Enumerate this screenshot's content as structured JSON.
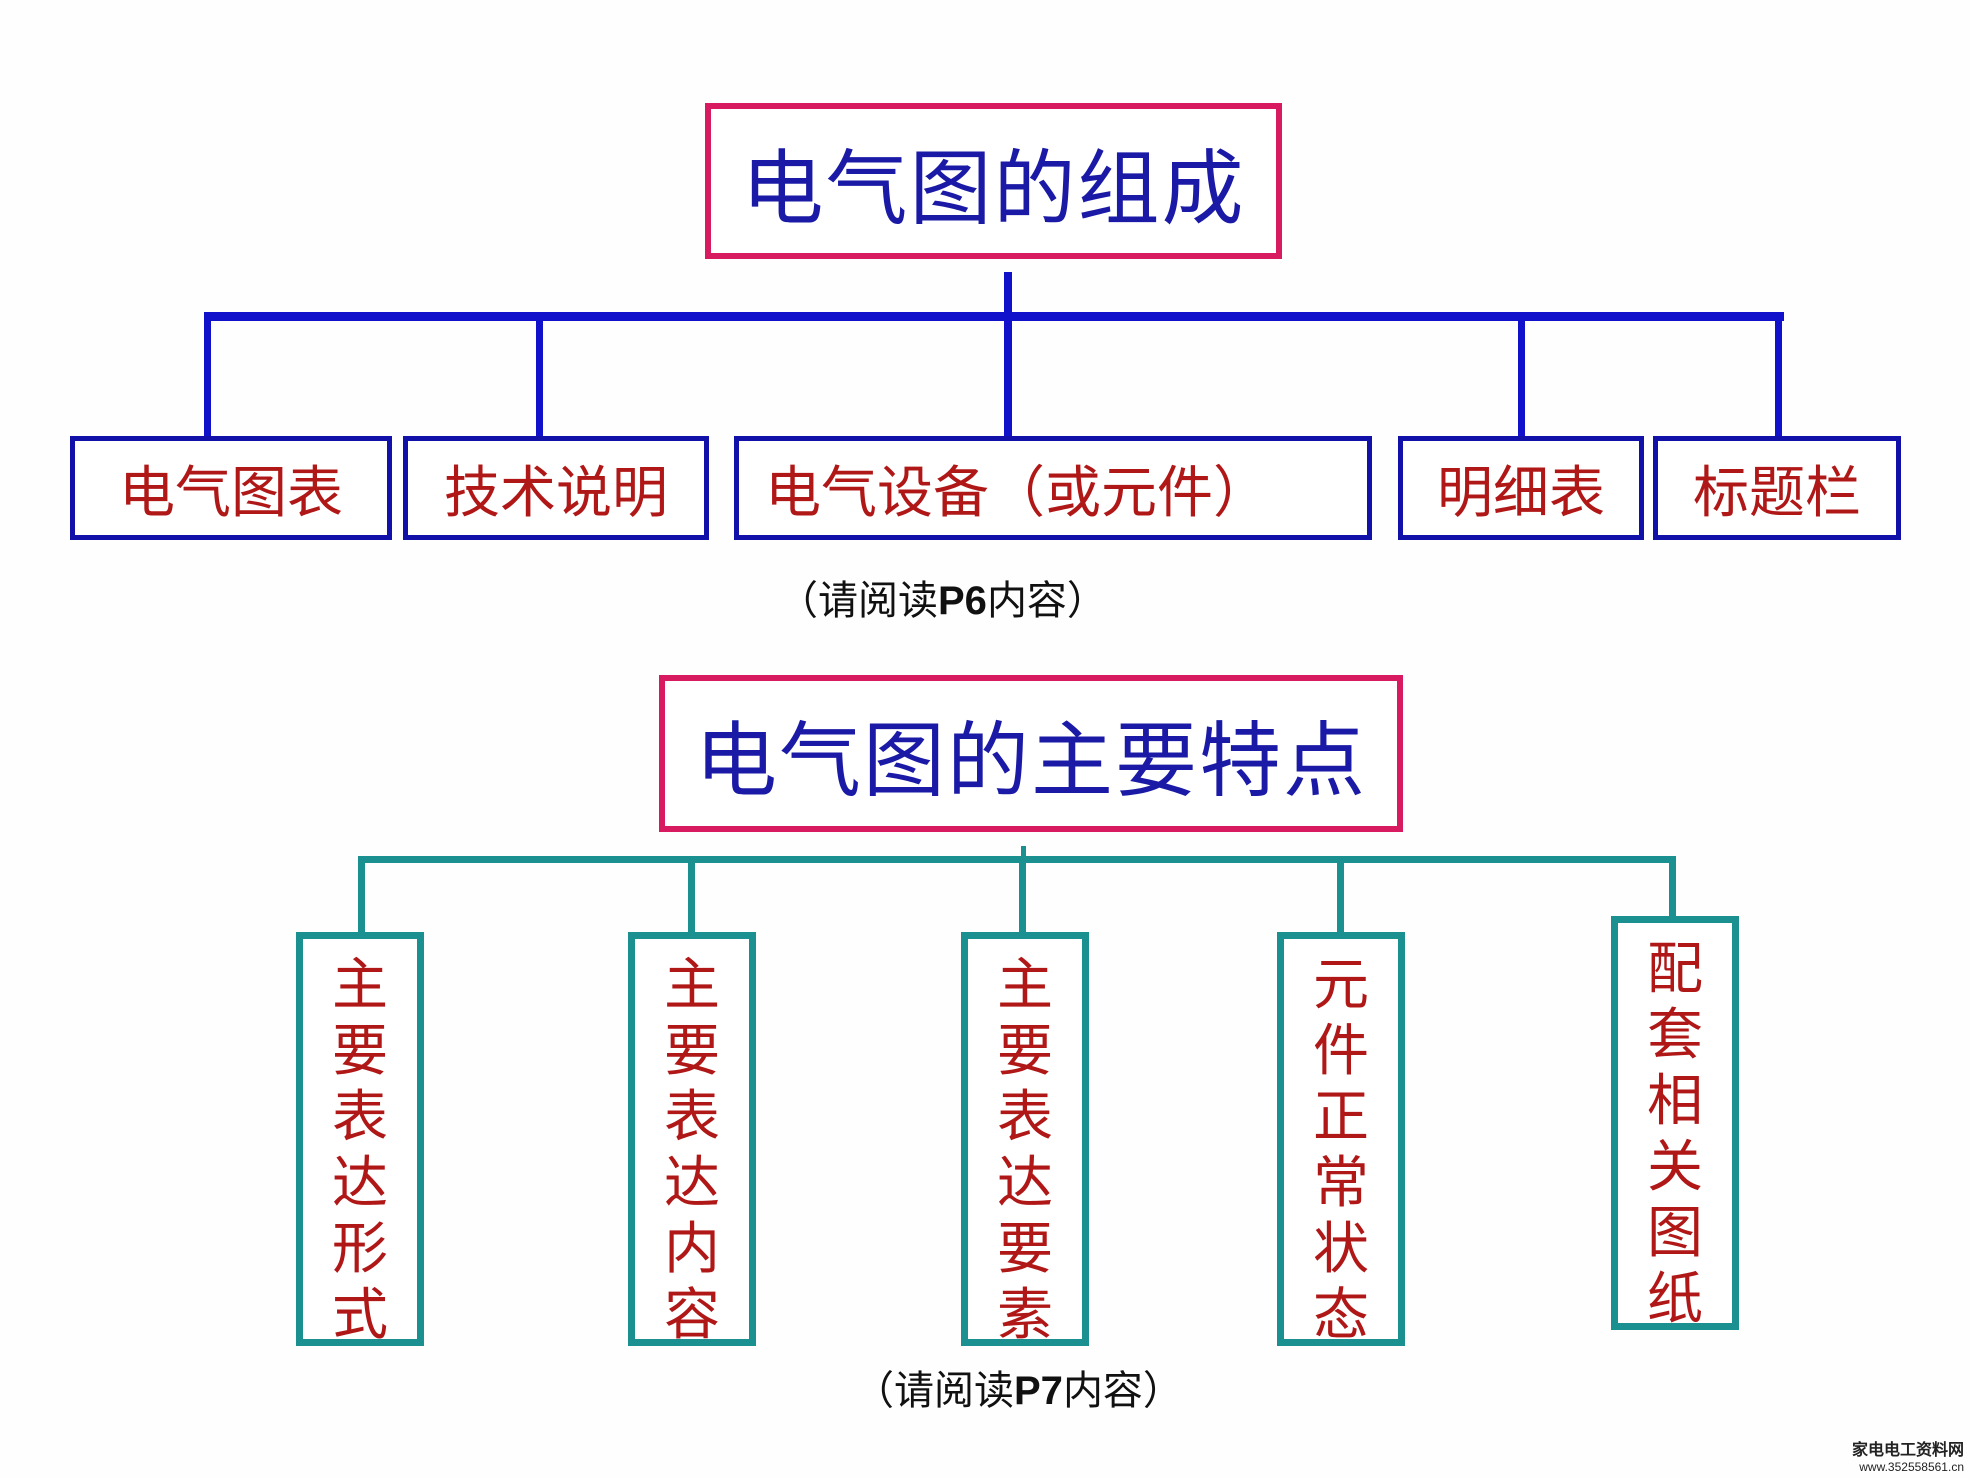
{
  "section1": {
    "title": "电气图的组成",
    "items": [
      "电气图表",
      "技术说明",
      "电气设备（或元件）",
      "明细表",
      "标题栏"
    ],
    "note": {
      "prefix": "（请阅读",
      "bold": "P6",
      "suffix": "内容）"
    }
  },
  "section2": {
    "title": "电气图的主要特点",
    "items": [
      "主要表达形式",
      "主要表达内容",
      "主要表达要素",
      "元件正常状态",
      "配套相关图纸"
    ],
    "note": {
      "prefix": "（请阅读",
      "bold": "P7",
      "suffix": "内容）"
    }
  },
  "watermark": {
    "name": "家电电工资料网",
    "url": "www.352558561.cn"
  },
  "colors": {
    "title_border": "#d81b60",
    "title_text": "#1a1aa6",
    "item_text": "#b01818",
    "tree1_line": "#1111cc",
    "tree2_line": "#1a9090"
  }
}
